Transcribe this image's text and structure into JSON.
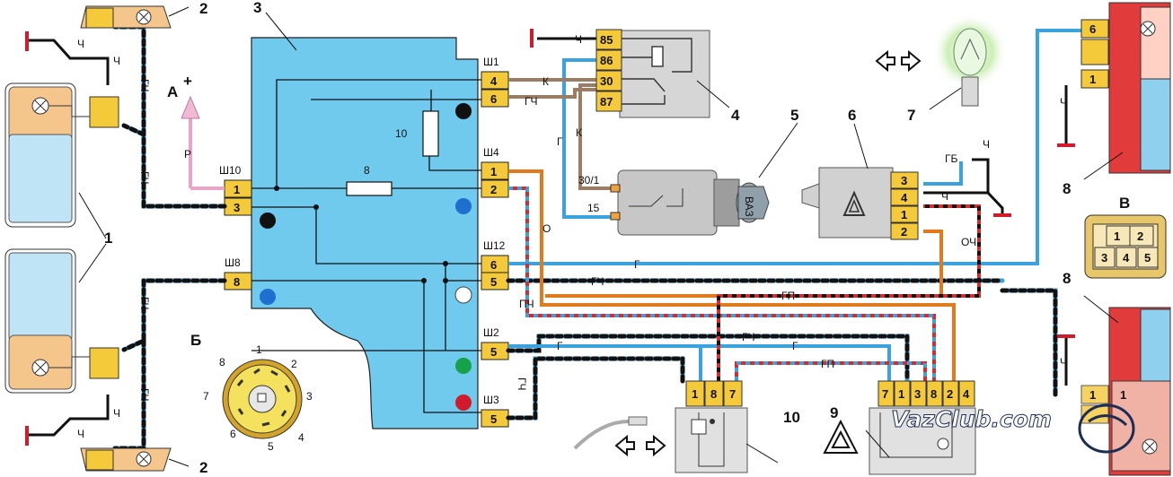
{
  "callouts": {
    "n1": "1",
    "n2a": "2",
    "n2b": "2",
    "n3": "3",
    "n4": "4",
    "n5": "5",
    "n6": "6",
    "n7": "7",
    "n8a": "8",
    "n8b": "8",
    "n9": "9",
    "n10": "10",
    "fuse_10": "10",
    "fuse_8": "8"
  },
  "insets": {
    "a_label": "А",
    "a_plus": "+",
    "b_label": "Б",
    "v_label": "В",
    "b_pins": [
      "1",
      "2",
      "3",
      "4",
      "5",
      "6",
      "7",
      "8"
    ],
    "v_pins": [
      "1",
      "2",
      "3",
      "4",
      "5"
    ]
  },
  "blocks": {
    "w1": "Ш1",
    "w1_pins": [
      "4",
      "6"
    ],
    "w4": "Ш4",
    "w4_pins": [
      "1",
      "2"
    ],
    "w10": "Ш10",
    "w10_pins": [
      "1",
      "3"
    ],
    "w12": "Ш12",
    "w12_pins": [
      "6",
      "5"
    ],
    "w8": "Ш8",
    "w8_pins": [
      "8"
    ],
    "w2": "Ш2",
    "w2_pins": [
      "5"
    ],
    "w3": "Ш3",
    "w3_pins": [
      "5"
    ]
  },
  "relay_pins": [
    "85",
    "86",
    "30",
    "87"
  ],
  "ignition_terminals": [
    "30/1",
    "15"
  ],
  "ignition_key_text": "ВАЗ",
  "switch6_pins": [
    "3",
    "4",
    "1",
    "2"
  ],
  "connector8_pins": [
    "6",
    "1"
  ],
  "connector8b_pins": [
    "1",
    "1"
  ],
  "connector10_pins": [
    "1",
    "8",
    "7"
  ],
  "connector9_pins": [
    "7",
    "1",
    "3",
    "8",
    "2",
    "4"
  ],
  "wire_labels": {
    "ch": "Ч",
    "gch": "ГЧ",
    "k": "К",
    "g": "Г",
    "r": "Р",
    "o": "О",
    "pch": "ПЧ",
    "gp": "ГП",
    "gb": "ГБ",
    "och": "ОЧ"
  },
  "colors": {
    "unit_blue": "#6fcaee",
    "connector_yellow": "#f4c93a",
    "wire_blue": "#3aa3df",
    "wire_orange": "#e07a1c",
    "wire_red": "#d92b2b",
    "ground_red": "#d11a2a",
    "lamp_lens": "#bfe4f5",
    "lamp_amber": "#f5c68c"
  },
  "watermark": "VazClub.com"
}
